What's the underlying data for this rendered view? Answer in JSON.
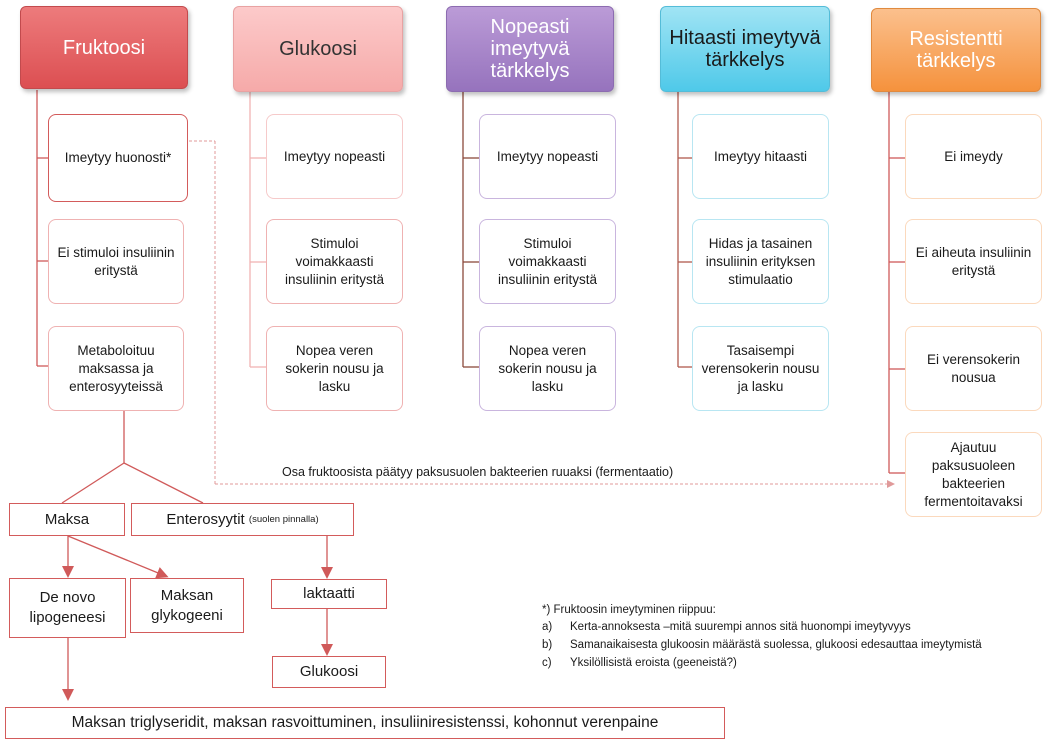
{
  "colors": {
    "fructose": "#e8585c",
    "glucose": "#f8b7b6",
    "fast_starch": "#a784c8",
    "slow_starch": "#6fd2ec",
    "resistant": "#f8a25a",
    "line": "#d05a5a"
  },
  "columns": [
    {
      "title": "Fruktoosi",
      "items": [
        "Imeytyy huonosti*",
        "Ei stimuloi insuliinin eritystä",
        "Metaboloituu maksassa ja enterosyyteissä"
      ]
    },
    {
      "title": "Glukoosi",
      "items": [
        "Imeytyy nopeasti",
        "Stimuloi voimakkaasti insuliinin eritystä",
        "Nopea veren sokerin nousu ja lasku"
      ]
    },
    {
      "title": "Nopeasti imeytyvä tärkkelys",
      "items": [
        "Imeytyy nopeasti",
        "Stimuloi voimakkaasti insuliinin eritystä",
        "Nopea veren sokerin nousu ja lasku"
      ]
    },
    {
      "title": "Hitaasti imeytyvä tärkkelys",
      "items": [
        "Imeytyy hitaasti",
        "Hidas ja tasainen insuliinin erityksen stimulaatio",
        "Tasaisempi verensokerin nousu ja lasku"
      ]
    },
    {
      "title": "Resistentti tärkkelys",
      "items": [
        "Ei imeydy",
        "Ei aiheuta insuliinin eritystä",
        "Ei verensokerin nousua",
        "Ajautuu paksusuoleen bakteerien fermentoitavaksi"
      ]
    }
  ],
  "flow": {
    "maksa": "Maksa",
    "enterosyytit": "Enterosyytit",
    "enterosyytit_note": "(suolen pinnalla)",
    "denovo": "De novo lipogeneesi",
    "glykogeeni": "Maksan glykogeeni",
    "laktaatti": "laktaatti",
    "glukoosi": "Glukoosi",
    "outcome": "Maksan triglyseridit, maksan rasvoittuminen, insuliiniresistenssi, kohonnut verenpaine"
  },
  "fermentation_label": "Osa fruktoosista päätyy paksusuolen bakteerien ruuaksi (fermentaatio)",
  "footnote": {
    "title": "*) Fruktoosin imeytyminen riippuu:",
    "items": [
      {
        "letter": "a)",
        "text": "Kerta-annoksesta –mitä suurempi annos sitä huonompi imeytyvyys"
      },
      {
        "letter": "b)",
        "text": "Samanaikaisesta glukoosin määrästä suolessa, glukoosi edesauttaa imeytymistä"
      },
      {
        "letter": "c)",
        "text": "Yksilöllisistä eroista (geeneistä?)"
      }
    ]
  }
}
